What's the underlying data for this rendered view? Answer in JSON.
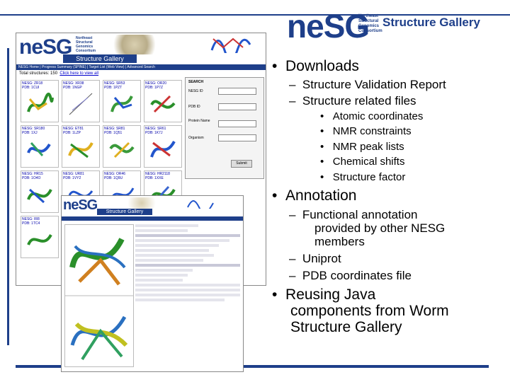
{
  "header": {
    "logo_text": "ne",
    "logo_text_2": "SG",
    "logo_subtitle": "Northeast Structural Genomics Consortium",
    "title": "Structure Gallery"
  },
  "bullets": [
    {
      "label": "Downloads",
      "subs": [
        {
          "label": "Structure Validation Report"
        },
        {
          "label": "Structure related files",
          "items": [
            "Atomic coordinates",
            "NMR constraints",
            "NMR peak lists",
            "Chemical shifts",
            "Structure factor"
          ]
        }
      ]
    },
    {
      "label": "Annotation",
      "subs": [
        {
          "label_lines": [
            "Functional annotation",
            "provided by other NESG",
            "members"
          ]
        },
        {
          "label": "Uniprot"
        },
        {
          "label": "PDB coordinates file"
        }
      ]
    },
    {
      "label_lines": [
        "Reusing Java",
        "components from Worm",
        "Structure Gallery"
      ]
    }
  ],
  "dash": "–",
  "dot": "•",
  "screenshot1": {
    "logo": "ne",
    "logo2": "SG",
    "banner": "Structure Gallery",
    "nav": "NESG Home | Progress Summary (SPINE) | Target List (Web View) | Advanced Search",
    "total_label": "Total structures: 150",
    "total_link": "Click here to view all",
    "cells": [
      {
        "nesg": "NESG: ZR18",
        "pdb": "PDB: 1CUI"
      },
      {
        "nesg": "NESG: XR38",
        "pdb": "PDB: 1NGP"
      },
      {
        "nesg": "NESG: SR53",
        "pdb": "PDB: 1PZT"
      },
      {
        "nesg": "NESG: OR20",
        "pdb": "PDB: 1P7Z"
      },
      {
        "nesg": "NESG: SR180",
        "pdb": "PDB: 1XJ"
      },
      {
        "nesg": "NESG: ET81",
        "pdb": "PDB: 1LZP"
      },
      {
        "nesg": "NESG: SR81",
        "pdb": "PDB: 1Q51"
      },
      {
        "nesg": "NESG: SR61",
        "pdb": "PDB: 1K7J"
      },
      {
        "nesg": "NESG: HR15",
        "pdb": "PDB: 1O4O"
      },
      {
        "nesg": "NESG: UR81",
        "pdb": "PDB: 1VY2"
      },
      {
        "nesg": "NESG: OR46",
        "pdb": "PDB: 1Q9U"
      },
      {
        "nesg": "NESG: HR2118",
        "pdb": "PDB: 1XXE"
      },
      {
        "nesg": "NESG: IR8",
        "pdb": "PDB: 1TC4"
      }
    ],
    "search": {
      "title": "SEARCH",
      "fields": [
        "NESG ID",
        "PDB ID",
        "Protein Name",
        "Organism"
      ],
      "button": "Submit"
    }
  },
  "screenshot2": {
    "logo": "ne",
    "logo2": "SG",
    "banner": "Structure Gallery"
  }
}
